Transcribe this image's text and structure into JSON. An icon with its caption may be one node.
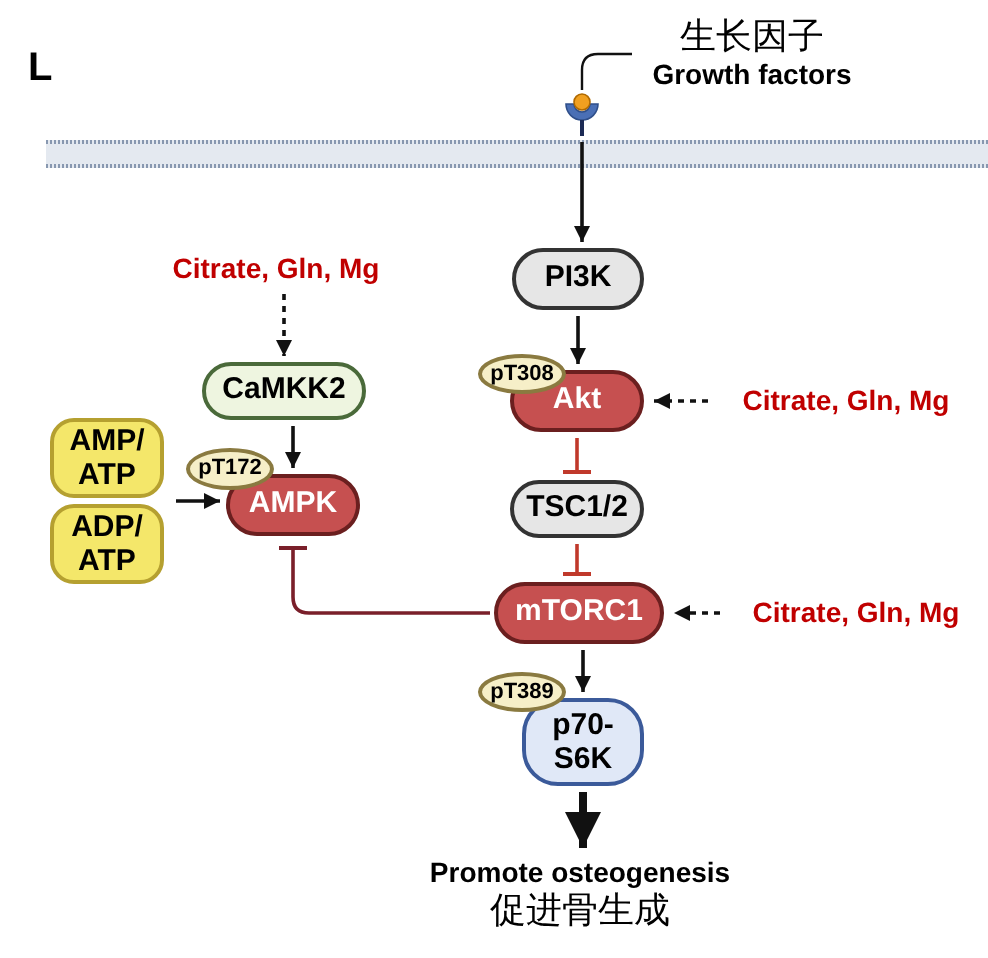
{
  "diagram": {
    "nodes": [
      {
        "text": [
          "生长因子",
          "Growth factors"
        ]
      },
      {
        "text": [],
        "shape": "picture"
      },
      {
        "text": [
          "PI3K"
        ]
      },
      {
        "text": [
          "pT308"
        ]
      },
      {
        "text": [
          "Akt"
        ]
      },
      {
        "text": [
          "Citrate, Gln, Mg"
        ]
      },
      {
        "text": [
          "TSC1/2"
        ]
      },
      {
        "text": [
          "mTORC1"
        ]
      },
      {
        "text": [
          "Citrate, Gln, Mg"
        ]
      },
      {
        "text": [
          "pT389"
        ]
      },
      {
        "text": [
          "p70-S6K"
        ]
      },
      {
        "text": [
          "Promote osteogenesis",
          "促进骨生成"
        ]
      },
      {
        "text": [
          "Citrate, Gln, Mg"
        ]
      },
      {
        "text": [
          "CaMKK2"
        ]
      },
      {
        "text": [
          "AMP/ATP"
        ]
      },
      {
        "text": [
          "ADP/ATP"
        ]
      },
      {
        "text": [
          "pT172"
        ]
      },
      {
        "text": [
          "AMPK"
        ]
      }
    ],
    "edges": [
      {
        "from": 0,
        "to": 1,
        "arrow": "none"
      },
      {
        "from": 1,
        "to": 2,
        "arrow": "to"
      },
      {
        "from": 2,
        "to": 4,
        "arrow": "to"
      },
      {
        "from": 5,
        "to": 4,
        "arrow": "to",
        "style": "dashed"
      },
      {
        "from": 4,
        "to": 6,
        "arrow": "other",
        "color": "#c0392b"
      },
      {
        "from": 6,
        "to": 7,
        "arrow": "other",
        "color": "#c0392b"
      },
      {
        "from": 8,
        "to": 7,
        "arrow": "to",
        "style": "dashed"
      },
      {
        "from": 7,
        "to": 10,
        "arrow": "to"
      },
      {
        "from": 10,
        "to": 11,
        "arrow": "to",
        "style": "thick"
      },
      {
        "from": 12,
        "to": 13,
        "arrow": "to",
        "style": "dashed"
      },
      {
        "from": 13,
        "to": 17,
        "arrow": "to"
      },
      {
        "from": 14,
        "to": 17,
        "arrow": "to"
      },
      {
        "from": 15,
        "to": 17,
        "arrow": "to"
      },
      {
        "from": 7,
        "to": 17,
        "arrow": "other",
        "color": "#7a1f2a"
      }
    ],
    "labels": [
      "L"
    ]
  }
}
